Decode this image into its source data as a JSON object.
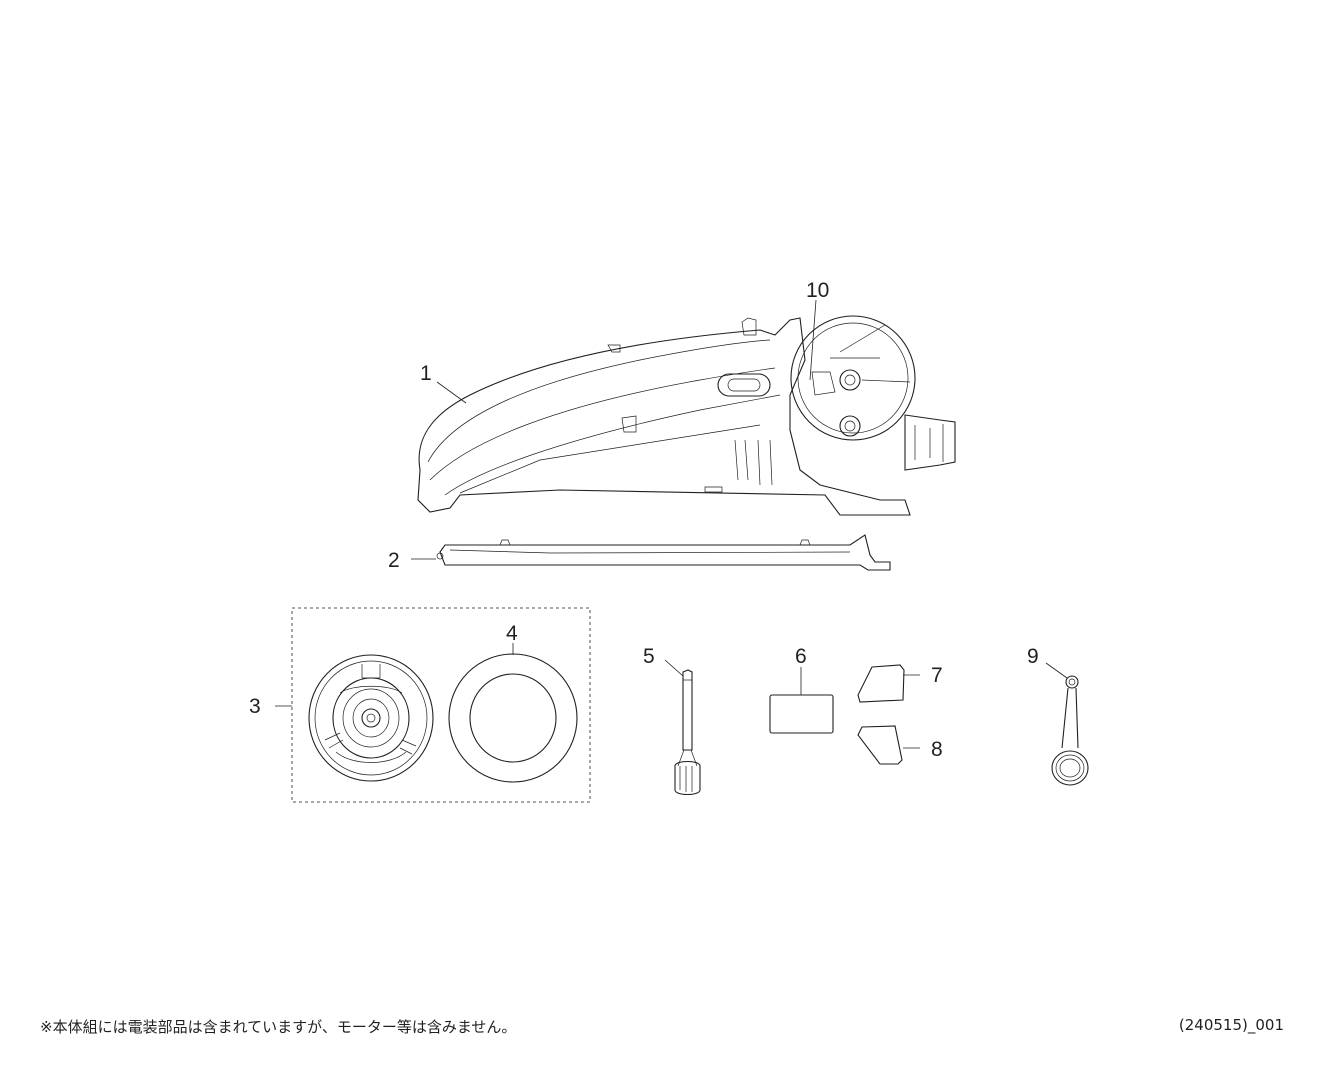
{
  "callouts": {
    "p1": "1",
    "p2": "2",
    "p3": "3",
    "p4": "4",
    "p5": "5",
    "p6": "6",
    "p7": "7",
    "p8": "8",
    "p9": "9",
    "p10": "10"
  },
  "footer": {
    "note": "※本体組には電装部品は含まれていますが、モーター等は含みません。",
    "code": "(240515)_001"
  }
}
